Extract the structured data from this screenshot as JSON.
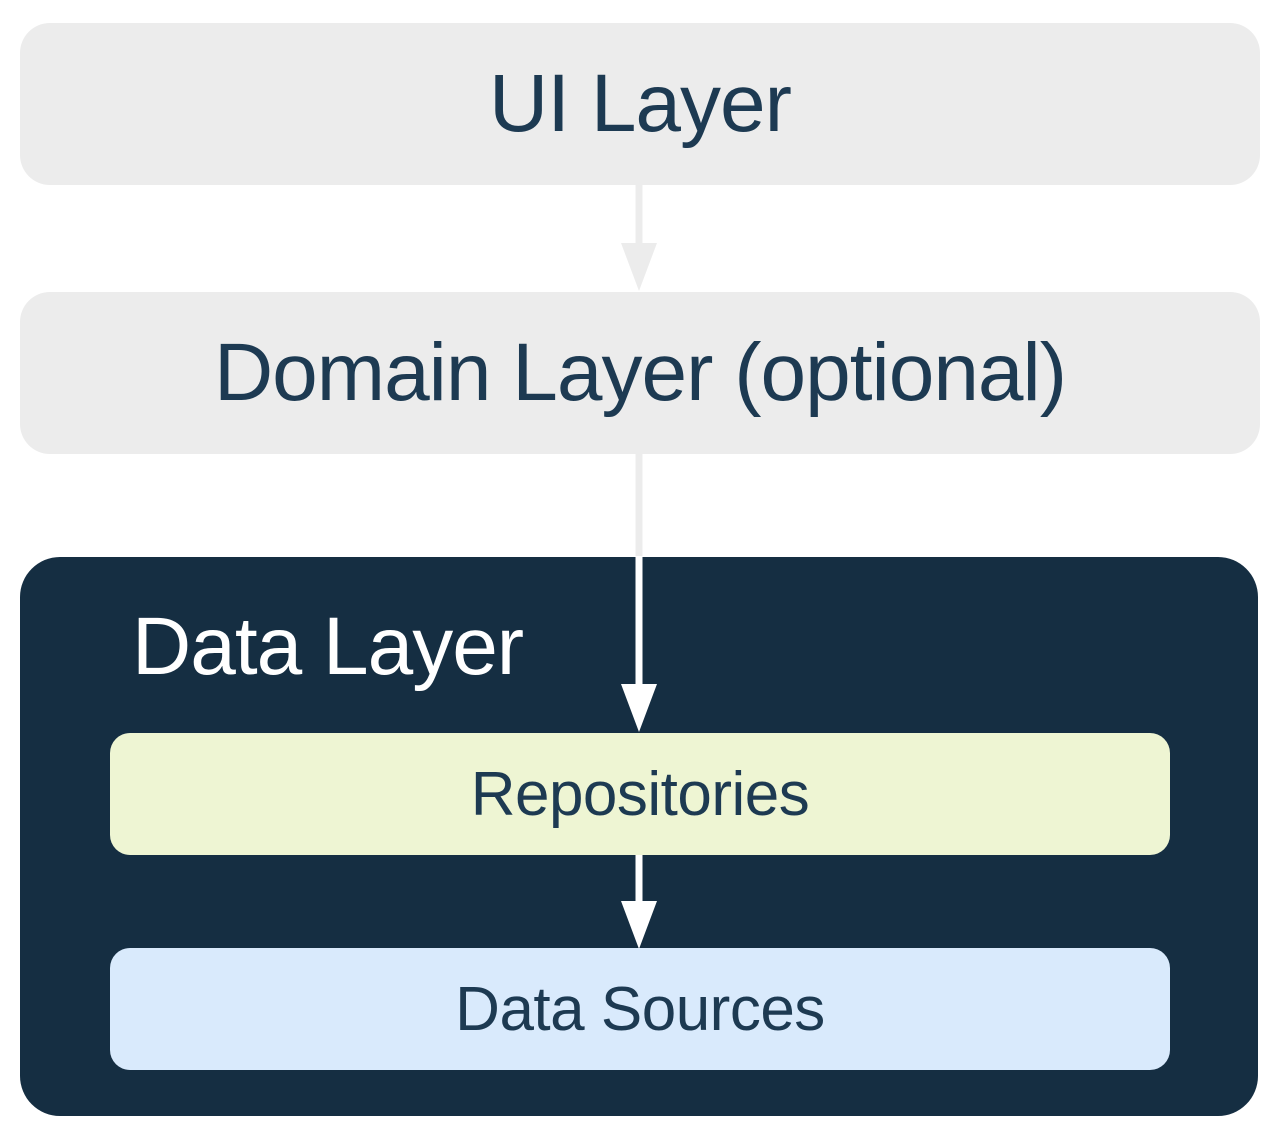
{
  "colors": {
    "page_background": "#ffffff",
    "layer_box_gray": "#ececec",
    "data_layer_navy": "#152e42",
    "repositories_green": "#eef5d3",
    "data_sources_blue": "#d9eafc",
    "text_navy": "#1d3a52",
    "text_white": "#ffffff",
    "arrow_gray": "#ececec",
    "arrow_white": "#ffffff"
  },
  "layers": {
    "ui": {
      "label": "UI Layer"
    },
    "domain": {
      "label": "Domain Layer (optional)"
    },
    "data": {
      "label": "Data Layer"
    },
    "repositories": {
      "label": "Repositories"
    },
    "data_sources": {
      "label": "Data Sources"
    }
  },
  "edges": [
    {
      "from": "UI Layer",
      "to": "Domain Layer (optional)",
      "style": "gray arrow down"
    },
    {
      "from": "Domain Layer (optional)",
      "to": "Repositories",
      "style": "gray-to-white arrow down"
    },
    {
      "from": "Repositories",
      "to": "Data Sources",
      "style": "white arrow down"
    }
  ]
}
